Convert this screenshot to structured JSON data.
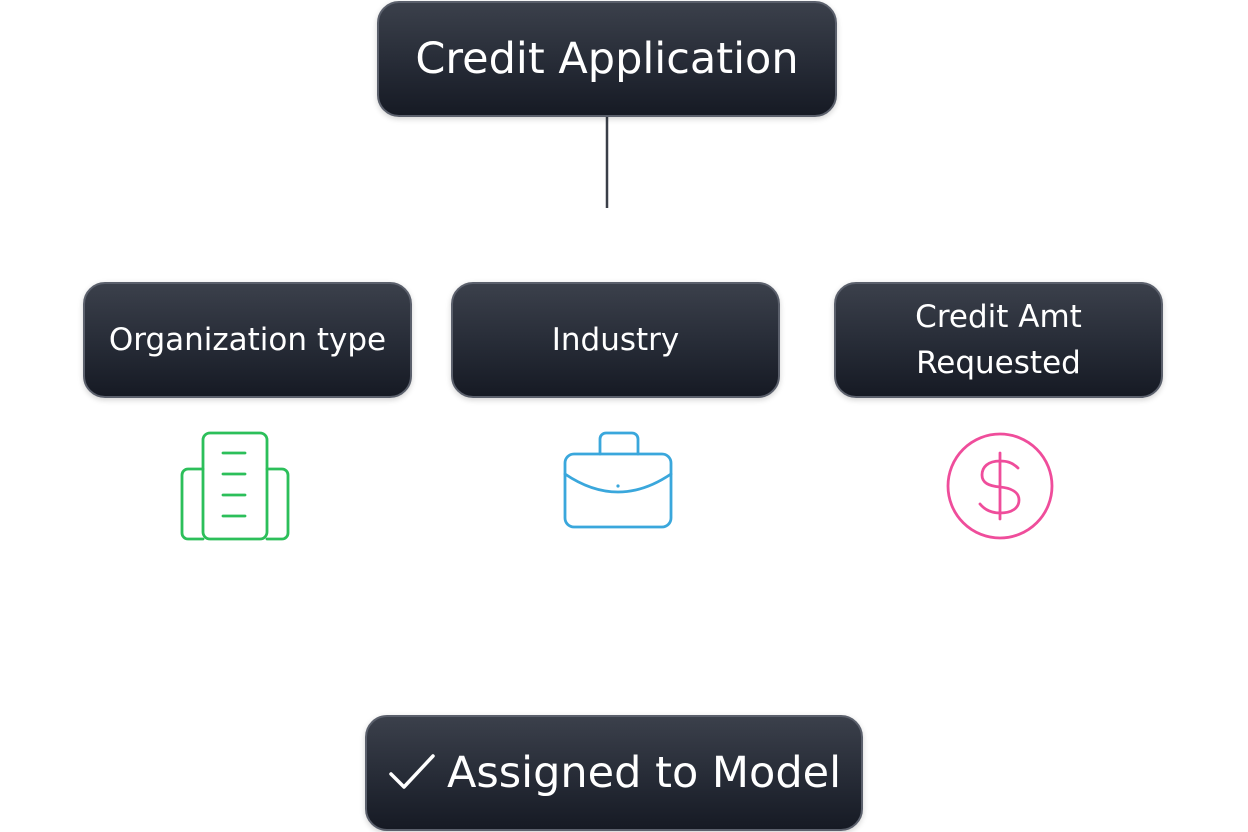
{
  "diagram": {
    "root": {
      "label": "Credit Application"
    },
    "factors": [
      {
        "label_lines": [
          "Organization type"
        ],
        "icon": "building-icon",
        "color": "#2cbf5a"
      },
      {
        "label_lines": [
          "Industry"
        ],
        "icon": "briefcase-icon",
        "color": "#3aa7dc"
      },
      {
        "label_lines": [
          "Credit Amt",
          "Requested"
        ],
        "icon": "dollar-circle-icon",
        "color": "#ef4d9b"
      }
    ],
    "result": {
      "label": "Assigned to Model",
      "icon": "checkmark-icon"
    }
  }
}
